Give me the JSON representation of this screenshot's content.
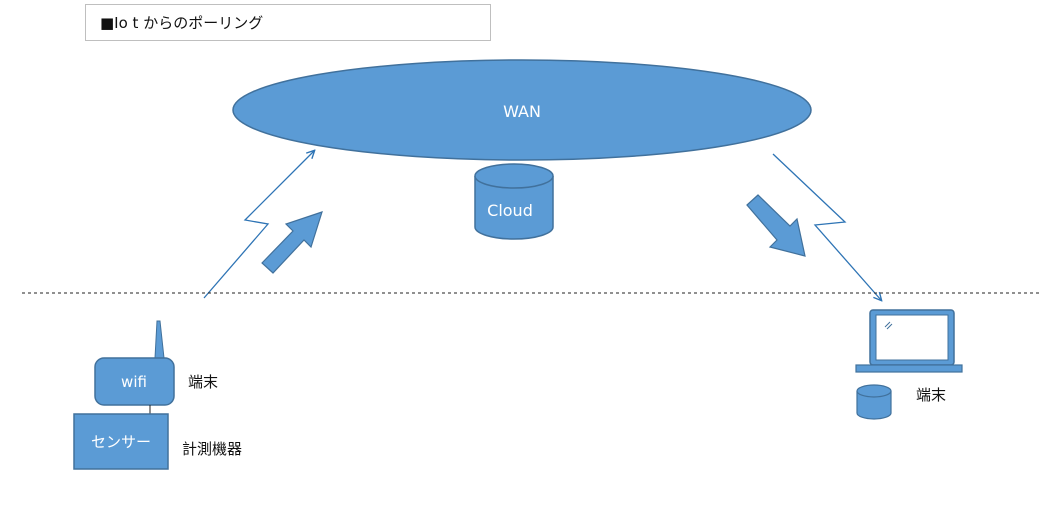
{
  "title": "■Io t からのポーリング",
  "wan_label": "WAN",
  "cloud_label": "Cloud",
  "wifi_label": "wifi",
  "sensor_label": "センサー",
  "device_left_label": "端末",
  "measuring_label": "計測機器",
  "device_right_label": "端末",
  "colors": {
    "shape_fill": "#5b9bd5",
    "shape_stroke": "#41719c",
    "arrow_line": "#2e74b5"
  }
}
